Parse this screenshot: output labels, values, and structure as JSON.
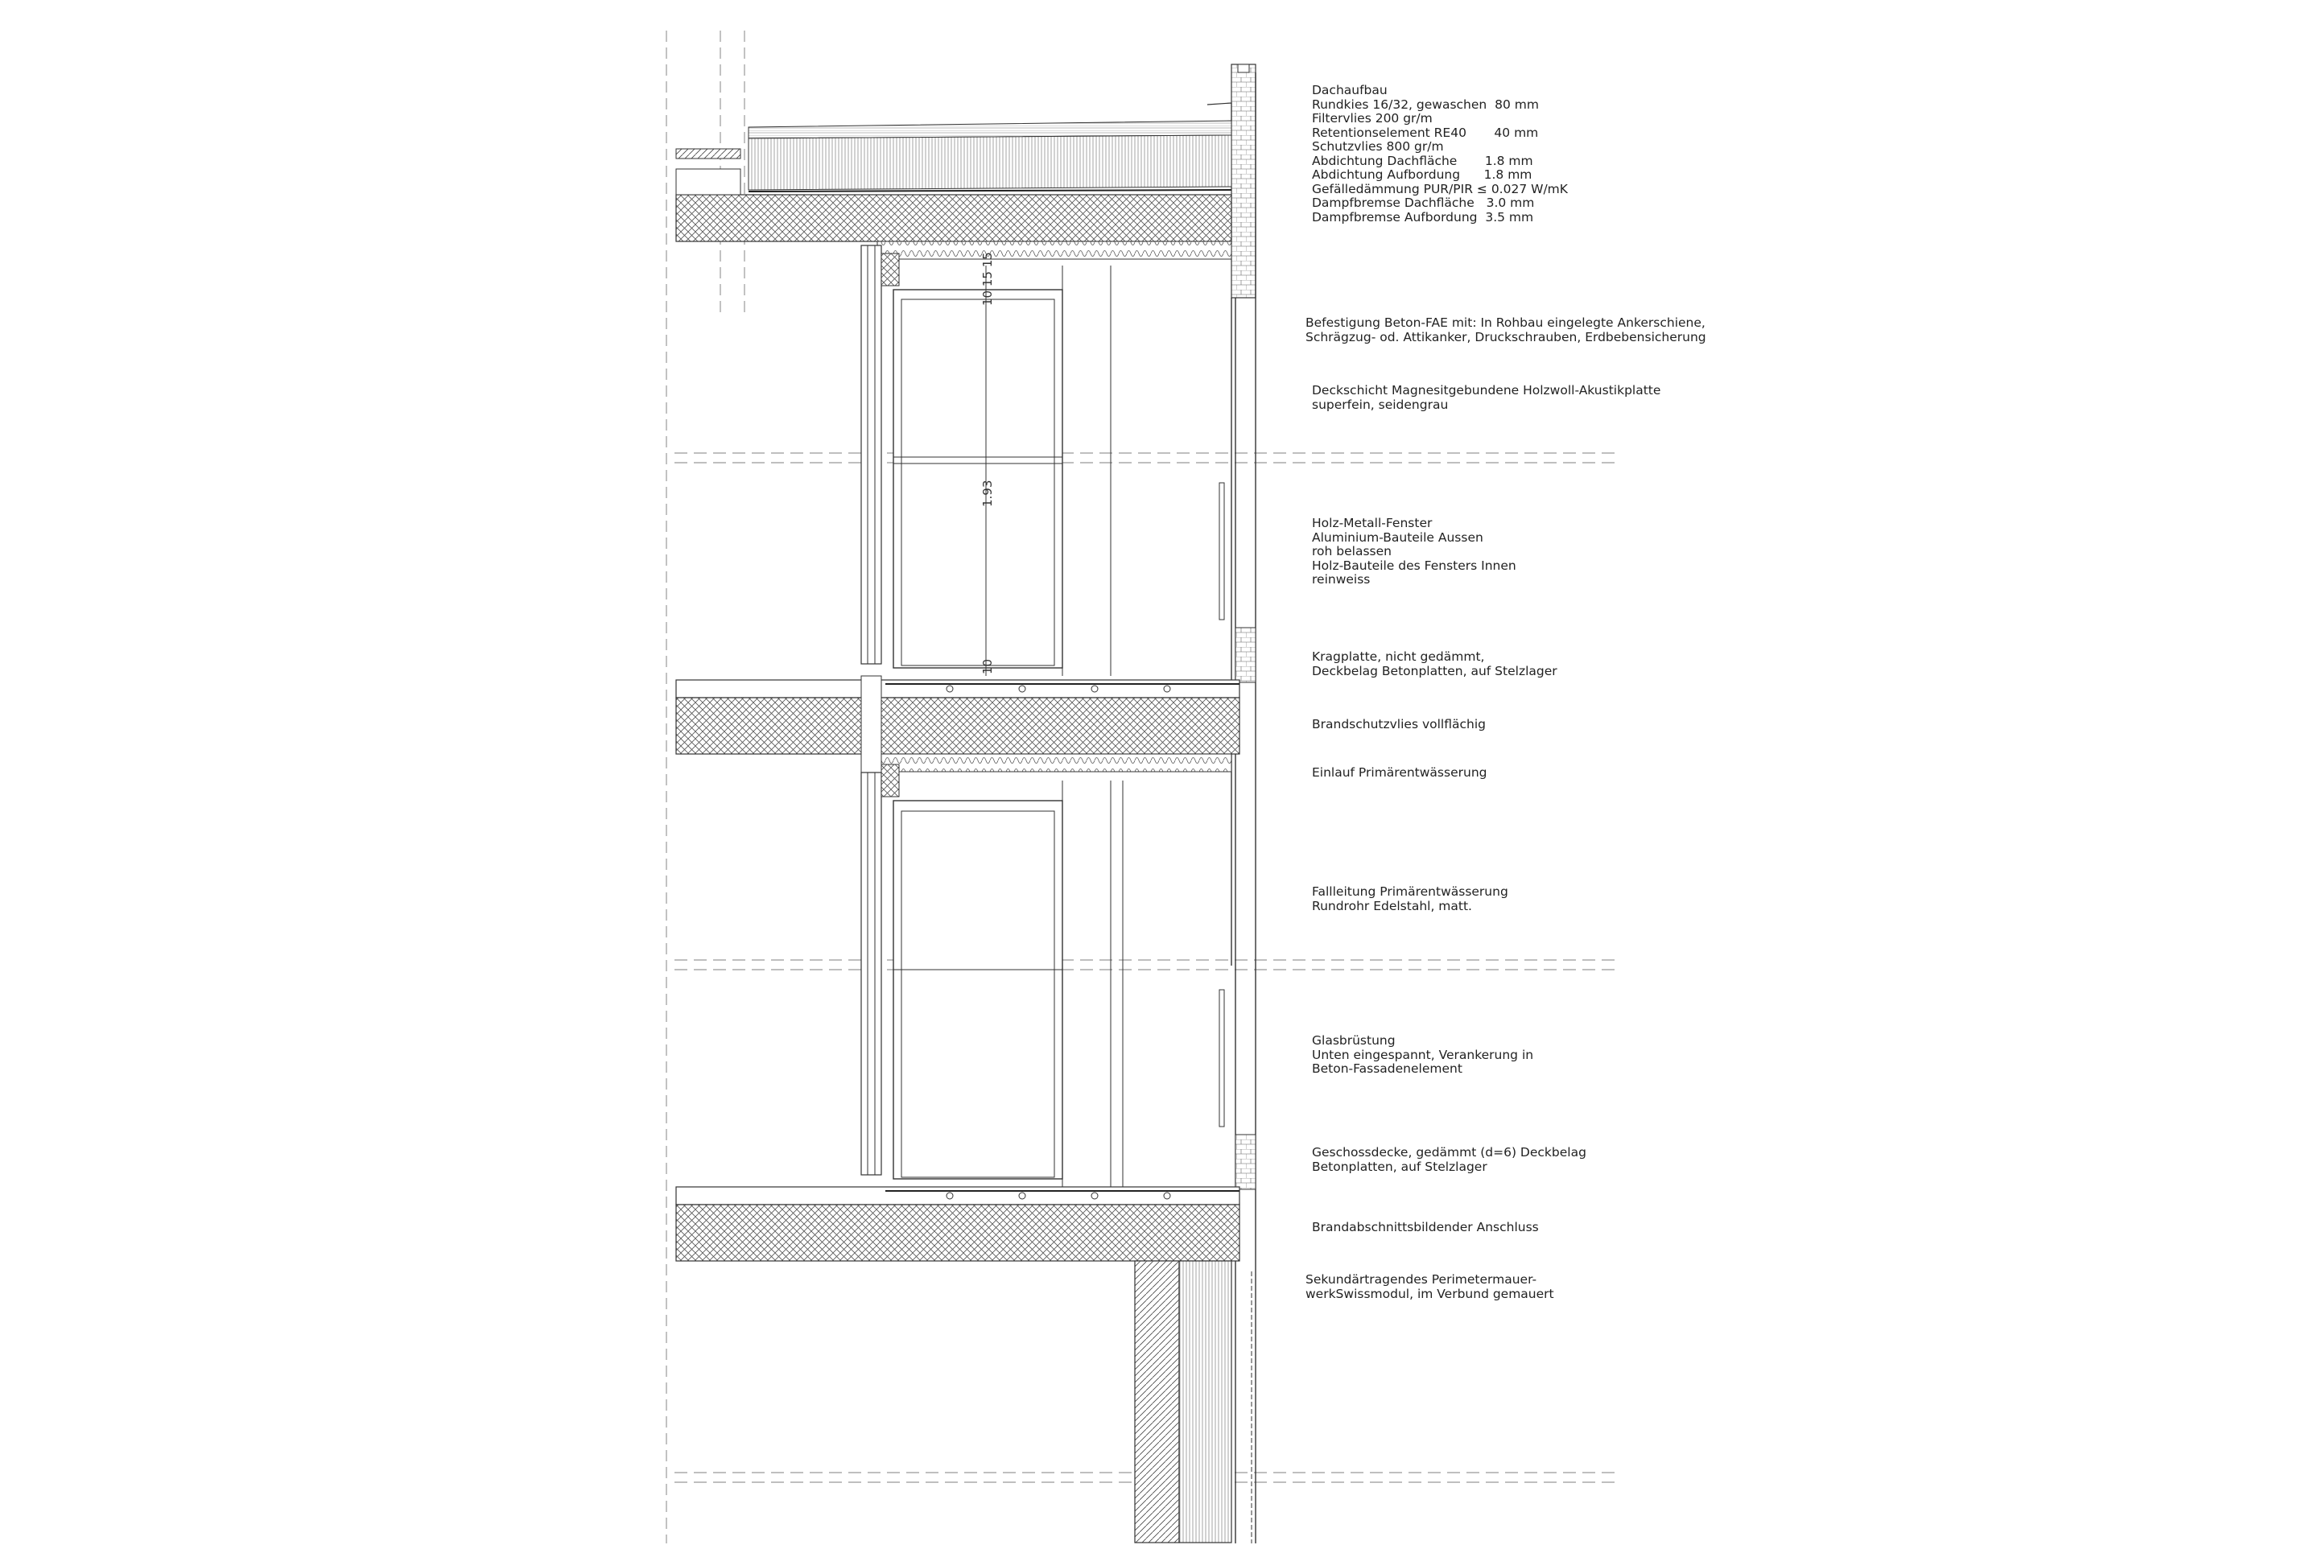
{
  "annotations": [
    {
      "id": "dachaufbau",
      "lines": [
        "Dachaufbau",
        "Rundkies 16/32, gewaschen  80 mm",
        "Filtervlies 200 gr/m",
        "Retentionselement RE40       40 mm",
        "Schutzvlies 800 gr/m",
        "Abdichtung Dachfläche       1.8 mm",
        "Abdichtung Aufbordung      1.8 mm",
        "Gefälledämmung PUR/PIR ≤ 0.027 W/mK",
        "Dampfbremse Dachfläche   3.0 mm",
        "Dampfbremse Aufbordung  3.5 mm"
      ]
    },
    {
      "id": "befestigung",
      "lines": [
        "Befestigung Beton-FAE mit: In Rohbau eingelegte Ankerschiene,",
        "Schrägzug- od. Attikanker, Druckschrauben, Erdbebensicherung"
      ]
    },
    {
      "id": "deckschicht",
      "lines": [
        "Deckschicht Magnesitgebundene Holzwoll-Akustikplatte",
        "superfein, seidengrau"
      ]
    },
    {
      "id": "fenster",
      "lines": [
        "Holz-Metall-Fenster",
        "Aluminium-Bauteile Aussen",
        "roh belassen",
        "Holz-Bauteile des Fensters Innen",
        "reinweiss"
      ]
    },
    {
      "id": "kragplatte",
      "lines": [
        "Kragplatte, nicht gedämmt,",
        "Deckbelag Betonplatten, auf Stelzlager"
      ]
    },
    {
      "id": "brandschutzvlies",
      "lines": [
        "Brandschutzvlies vollflächig"
      ]
    },
    {
      "id": "einlauf",
      "lines": [
        "Einlauf Primärentwässerung"
      ]
    },
    {
      "id": "fallleitung",
      "lines": [
        "Fallleitung Primärentwässerung",
        "Rundrohr Edelstahl, matt."
      ]
    },
    {
      "id": "glasbruestung",
      "lines": [
        "Glasbrüstung",
        "Unten eingespannt, Verankerung in",
        "Beton-Fassadenelement"
      ]
    },
    {
      "id": "geschossdecke",
      "lines": [
        "Geschossdecke, gedämmt (d=6) Deckbelag",
        "Betonplatten, auf Stelzlager"
      ]
    },
    {
      "id": "brandabschnitt",
      "lines": [
        "Brandabschnittsbildender Anschluss"
      ]
    },
    {
      "id": "perimetermauerwerk",
      "lines": [
        "Sekundärtragendes Perimetermauer-",
        "werkSwissmodul, im Verbund gemauert"
      ]
    }
  ],
  "dimensions": {
    "top_stack": "10 15 15",
    "window_height": "1.93",
    "sill": "10"
  }
}
